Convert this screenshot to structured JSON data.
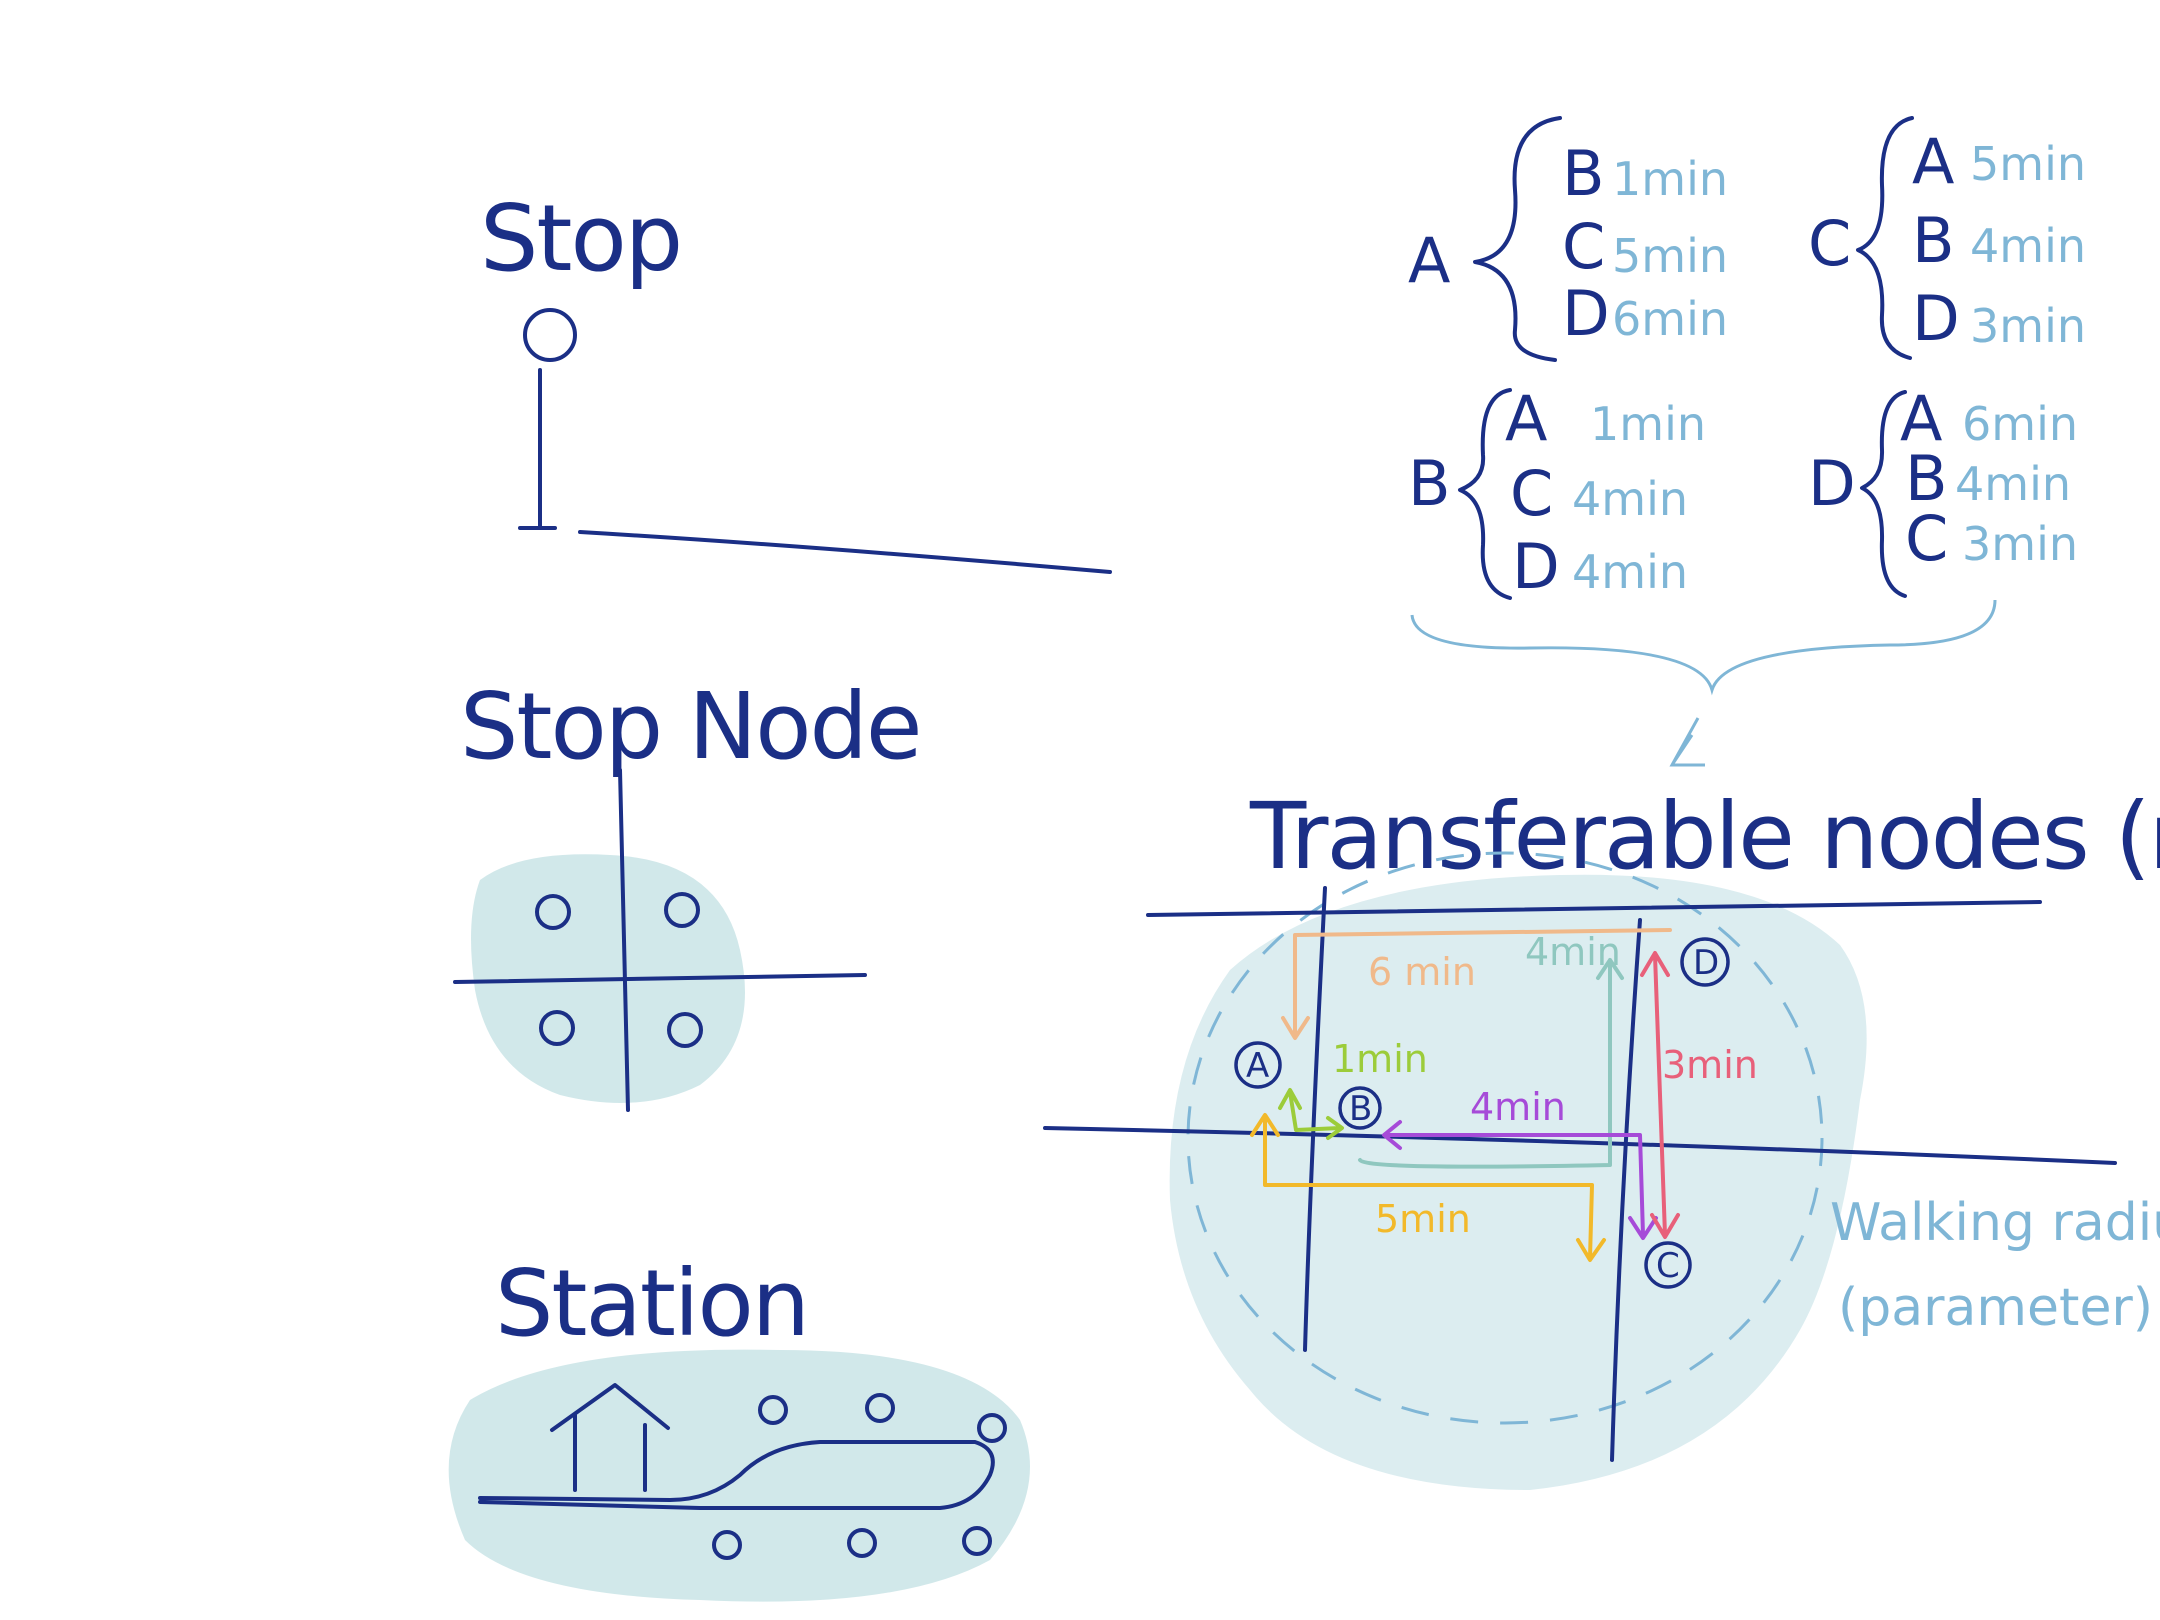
{
  "sections": {
    "stop_title": "Stop",
    "stop_node_title": "Stop Node",
    "station_title": "Station",
    "matrix_title": "Transferable nodes (matrix)",
    "radius_label_line1": "Walking radius",
    "radius_label_line2": "(parameter)"
  },
  "transfer_lists": [
    {
      "from": "A",
      "entries": [
        {
          "to": "B",
          "time": "1min"
        },
        {
          "to": "C",
          "time": "5min"
        },
        {
          "to": "D",
          "time": "6min"
        }
      ]
    },
    {
      "from": "C",
      "entries": [
        {
          "to": "A",
          "time": "5min"
        },
        {
          "to": "B",
          "time": "4min"
        },
        {
          "to": "D",
          "time": "3min"
        }
      ]
    },
    {
      "from": "B",
      "entries": [
        {
          "to": "A",
          "time": "1min"
        },
        {
          "to": "C",
          "time": "4min"
        },
        {
          "to": "D",
          "time": "4min"
        }
      ]
    },
    {
      "from": "D",
      "entries": [
        {
          "to": "A",
          "time": "6min"
        },
        {
          "to": "B",
          "time": "4min"
        },
        {
          "to": "C",
          "time": "3min"
        }
      ]
    }
  ],
  "map": {
    "nodes": [
      "A",
      "B",
      "C",
      "D"
    ],
    "routes": [
      {
        "label": "6 min",
        "color": "#f0b98a"
      },
      {
        "label": "4min",
        "color": "#8fc7bf"
      },
      {
        "label": "1min",
        "color": "#9ccc3a"
      },
      {
        "label": "4min",
        "color": "#a64bd8"
      },
      {
        "label": "3min",
        "color": "#e8607a"
      },
      {
        "label": "5min",
        "color": "#f2b92a"
      }
    ]
  }
}
